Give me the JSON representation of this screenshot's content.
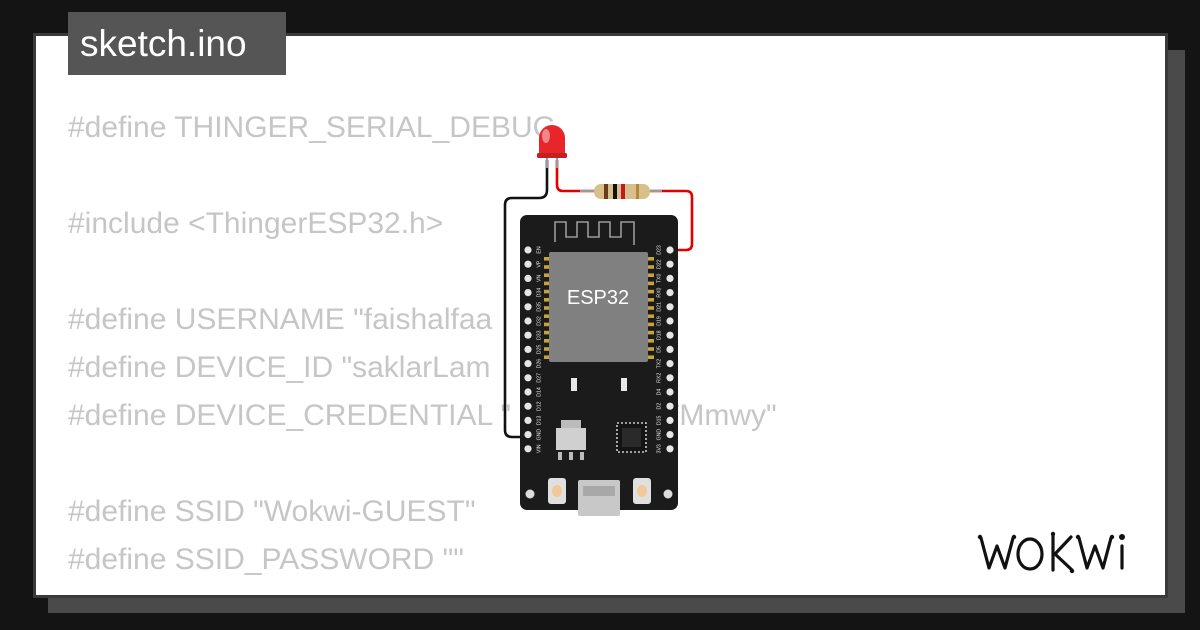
{
  "file": {
    "name": "sketch.ino"
  },
  "code_lines": [
    "#define THINGER_SERIAL_DEBUG",
    "",
    "#include <ThingerESP32.h>",
    "",
    "#define USERNAME \"faishalfaa",
    "#define DEVICE_ID \"saklarLam",
    "#define DEVICE_CREDENTIAL \"          XOGTMmwy\"",
    "",
    "#define SSID \"Wokwi-GUEST\"",
    "#define SSID_PASSWORD \"\""
  ],
  "board": {
    "chip_label": "ESP32",
    "left_pins": [
      "EN",
      "VP",
      "VN",
      "D34",
      "D35",
      "D32",
      "D33",
      "D25",
      "D26",
      "D27",
      "D14",
      "D12",
      "D13",
      "GND",
      "VIN"
    ],
    "right_pins": [
      "D23",
      "D22",
      "TX0",
      "RX0",
      "D21",
      "D19",
      "D18",
      "D5",
      "TX2",
      "RX2",
      "D4",
      "D2",
      "D15",
      "GND",
      "3V3"
    ]
  },
  "brand": {
    "name": "WOKWi"
  },
  "colors": {
    "background": "#141414",
    "frame": "#ffffff",
    "code_text": "#c6c6c6",
    "tab": "#555555",
    "board": "#1b1b1b",
    "chip": "#808080",
    "wire_red": "#e00000",
    "wire_black": "#111111",
    "led": "#e8262a"
  },
  "icons": [
    "led-icon",
    "resistor-icon",
    "esp32-board-icon",
    "wokwi-logo"
  ]
}
